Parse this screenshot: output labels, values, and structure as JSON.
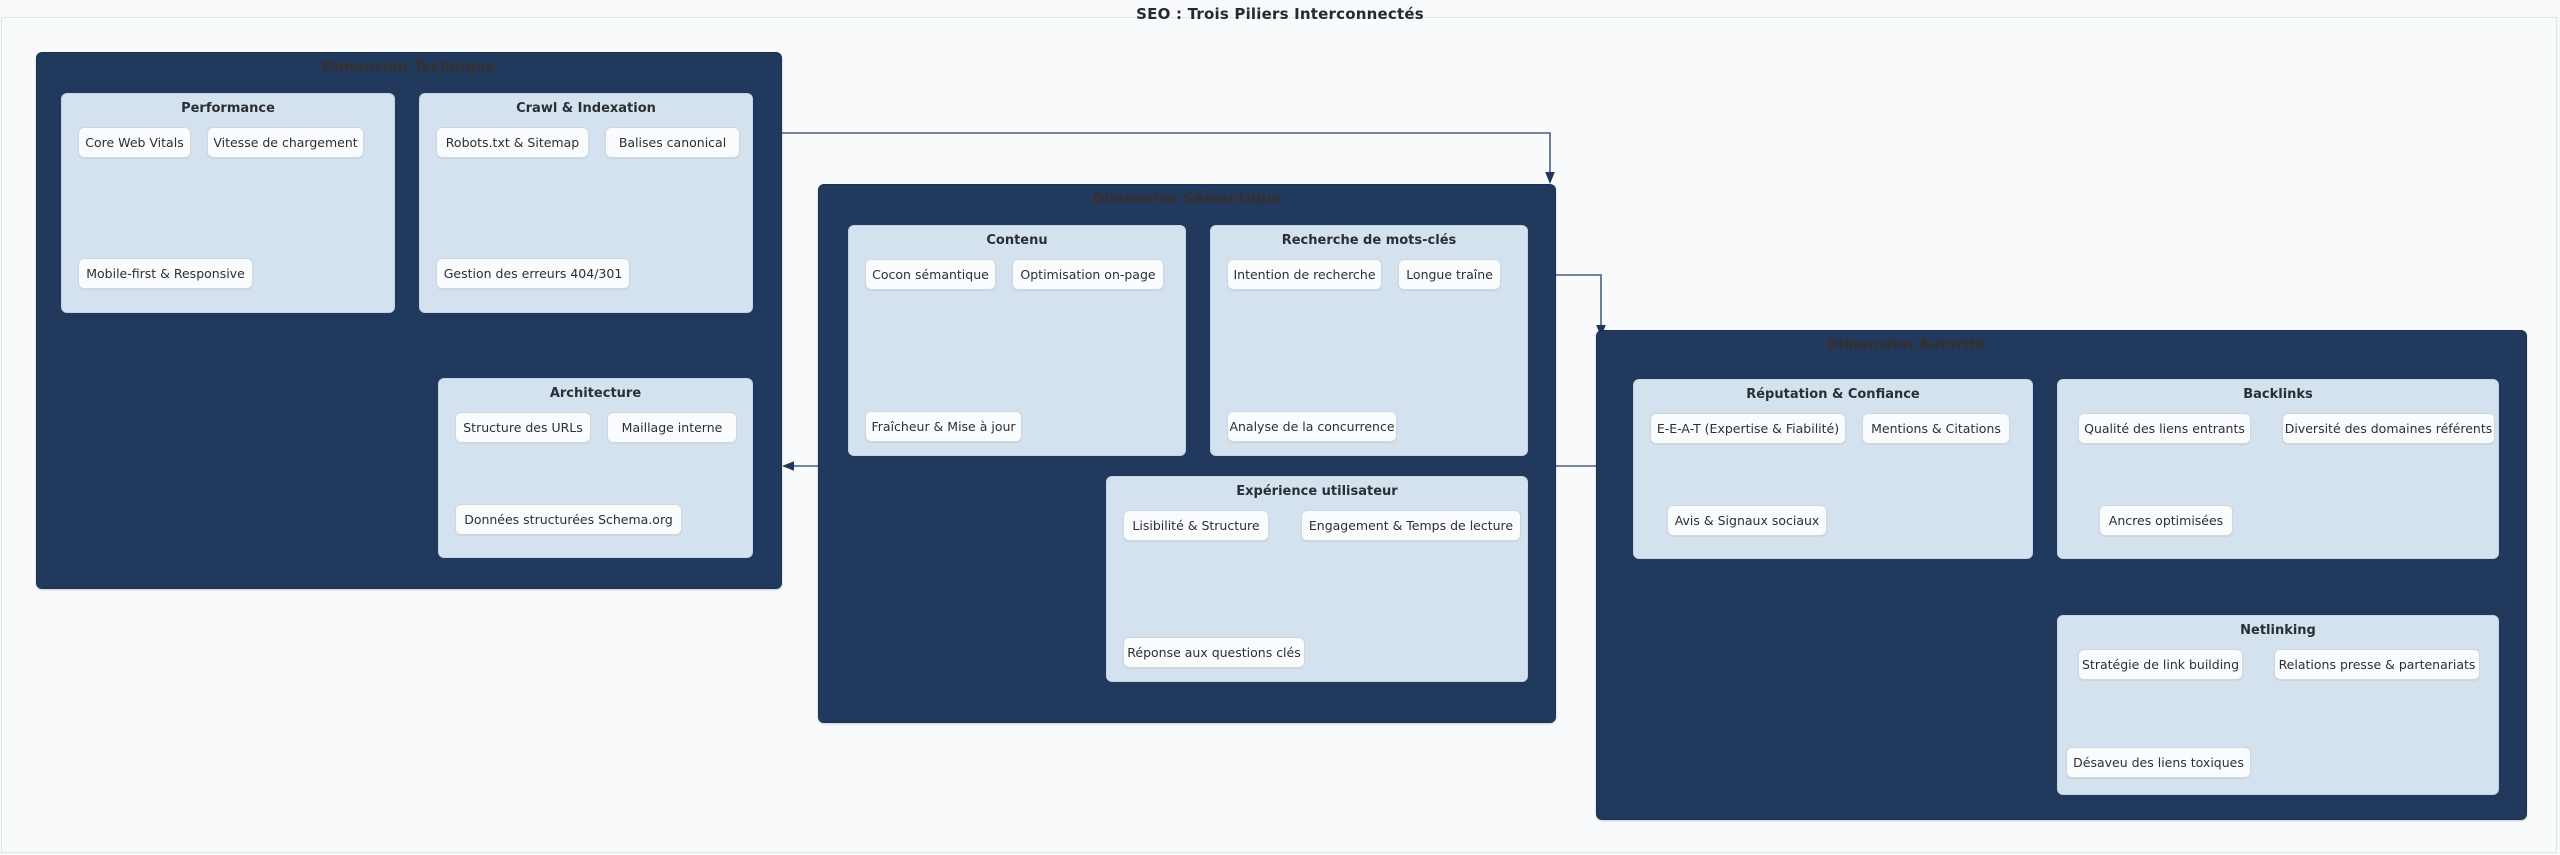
{
  "title": "SEO : Trois Piliers Interconnectés",
  "colors": {
    "page_background": "#f7f9fb",
    "cluster_fill": "#21395c",
    "subgroup_fill": "#d4e2ef",
    "node_fill": "#fafbfc",
    "edge_stroke": "#4a6080",
    "title_text": "#262a2e"
  },
  "clusters": [
    {
      "id": "technique",
      "label": "Dimension Technique",
      "subgroups": [
        {
          "id": "performance",
          "label": "Performance",
          "nodes": [
            "Core Web Vitals",
            "Vitesse de chargement",
            "Mobile-first & Responsive"
          ]
        },
        {
          "id": "crawl",
          "label": "Crawl & Indexation",
          "nodes": [
            "Robots.txt & Sitemap",
            "Balises canonical",
            "Gestion des erreurs 404/301"
          ]
        },
        {
          "id": "architecture",
          "label": "Architecture",
          "nodes": [
            "Structure des URLs",
            "Maillage interne",
            "Données structurées Schema.org"
          ]
        }
      ]
    },
    {
      "id": "semantique",
      "label": "Dimension Sémantique",
      "subgroups": [
        {
          "id": "contenu",
          "label": "Contenu",
          "nodes": [
            "Cocon sémantique",
            "Optimisation on-page",
            "Fraîcheur & Mise à jour"
          ]
        },
        {
          "id": "motscles",
          "label": "Recherche de mots-clés",
          "nodes": [
            "Intention de recherche",
            "Longue traîne",
            "Analyse de la concurrence"
          ]
        },
        {
          "id": "ux",
          "label": "Expérience utilisateur",
          "nodes": [
            "Lisibilité & Structure",
            "Engagement & Temps de lecture",
            "Réponse aux questions clés"
          ]
        }
      ]
    },
    {
      "id": "autorite",
      "label": "Dimension Autorité",
      "subgroups": [
        {
          "id": "reputation",
          "label": "Réputation & Confiance",
          "nodes": [
            "E-E-A-T (Expertise & Fiabilité)",
            "Mentions & Citations",
            "Avis & Signaux sociaux"
          ]
        },
        {
          "id": "backlinks",
          "label": "Backlinks",
          "nodes": [
            "Qualité des liens entrants",
            "Diversité des domaines référents",
            "Ancres optimisées"
          ]
        },
        {
          "id": "netlinking",
          "label": "Netlinking",
          "nodes": [
            "Stratégie de link building",
            "Relations presse & partenariats",
            "Désaveu des liens toxiques"
          ]
        }
      ]
    }
  ],
  "edges": [
    {
      "id": "technique-to-semantique",
      "from": "Dimension Technique",
      "to": "Dimension Sémantique",
      "label": ""
    },
    {
      "id": "semantique-to-autorite",
      "from": "Dimension Sémantique",
      "to": "Dimension Autorité",
      "label": ""
    },
    {
      "id": "autorite-to-technique",
      "from": "Dimension Autorité",
      "to": "Dimension Technique",
      "label": ""
    }
  ]
}
